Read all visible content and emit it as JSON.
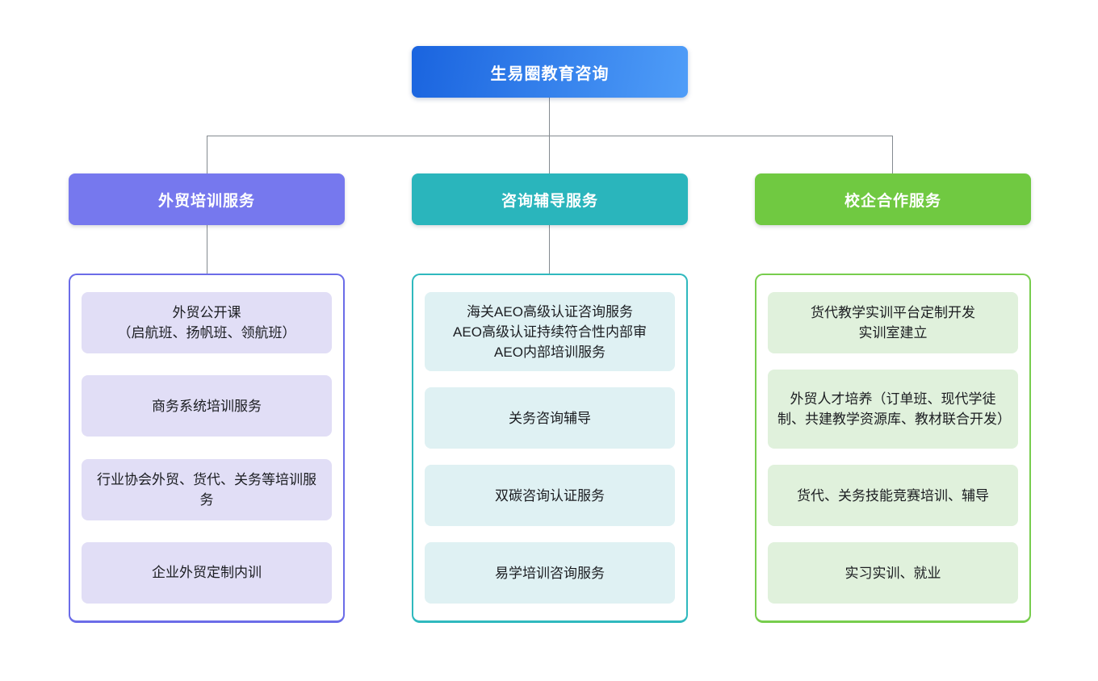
{
  "page": {
    "background": "#ffffff",
    "connector_color": "#848a90"
  },
  "root": {
    "label": "生易圈教育咨询",
    "gradient_from": "#1a64df",
    "gradient_to": "#4f9df8",
    "text_color": "#ffffff"
  },
  "branches": [
    {
      "label": "外贸培训服务",
      "header_bg": "#7678ee",
      "container_border": "#6b6ce8",
      "item_bg": "#e1def6",
      "items": [
        "外贸公开课\n（启航班、扬帆班、领航班）",
        "商务系统培训服务",
        "行业协会外贸、货代、关务等培训服务",
        "企业外贸定制内训"
      ]
    },
    {
      "label": "咨询辅导服务",
      "header_bg": "#2ab5bc",
      "container_border": "#2fb9be",
      "item_bg": "#dff1f3",
      "items": [
        "海关AEO高级认证咨询服务\nAEO高级认证持续符合性内部审\nAEO内部培训服务",
        "关务咨询辅导",
        "双碳咨询认证服务",
        "易学培训咨询服务"
      ]
    },
    {
      "label": "校企合作服务",
      "header_bg": "#70c941",
      "container_border": "#77cd4d",
      "item_bg": "#e0f1dc",
      "items": [
        "货代教学实训平台定制开发\n实训室建立",
        "外贸人才培养（订单班、现代学徒制、共建教学资源库、教材联合开发）",
        "货代、关务技能竞赛培训、辅导",
        "实习实训、就业"
      ]
    }
  ]
}
